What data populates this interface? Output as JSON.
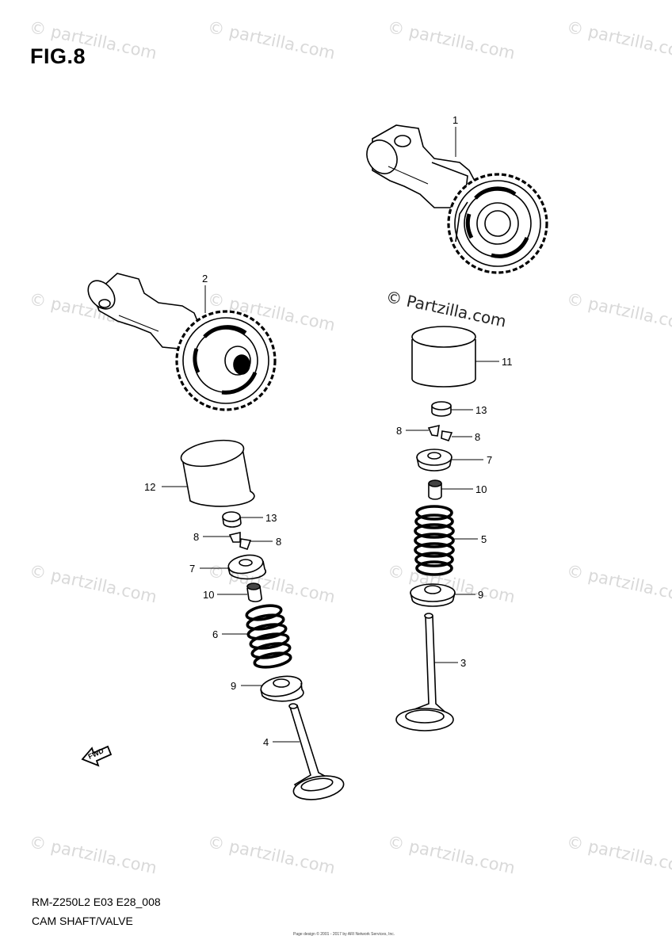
{
  "figure_title": "FIG.8",
  "watermark_symbol": "©",
  "watermark_text": "partzilla.com",
  "copyright_text": "© Partzilla.com",
  "model_code": "RM-Z250L2 E03 E28_008",
  "section_title": "CAM SHAFT/VALVE",
  "fine_print": "Page design © 2001 - 2017 by ARI Network Services, Inc.",
  "fwd_label": "FWD",
  "callouts": {
    "c1": "1",
    "c2": "2",
    "c3": "3",
    "c4": "4",
    "c5": "5",
    "c6": "6",
    "c7a": "7",
    "c7b": "7",
    "c8a": "8",
    "c8b": "8",
    "c8c": "8",
    "c8d": "8",
    "c9a": "9",
    "c9b": "9",
    "c10a": "10",
    "c10b": "10",
    "c11": "11",
    "c12": "12",
    "c13a": "13",
    "c13b": "13"
  }
}
